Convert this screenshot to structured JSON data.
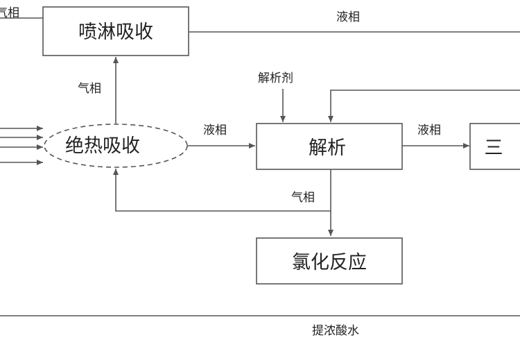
{
  "diagram": {
    "nodes": {
      "spray_absorption": "喷淋吸收",
      "adiabatic_absorption": "绝热吸收",
      "desorption": "解析",
      "chlorination": "氯化反应",
      "third_box_partial": "三"
    },
    "edge_labels": {
      "top_left_partial": "气相",
      "top_right_liquid": "液相",
      "up_gas": "气相",
      "adiabatic_to_desorption_liquid": "液相",
      "desorbent": "解析剂",
      "desorption_to_third_liquid": "液相",
      "down_gas": "气相",
      "bottom_text": "提浓酸水"
    },
    "colors": {
      "line": "#555555",
      "text": "#222222",
      "background": "#ffffff"
    }
  }
}
